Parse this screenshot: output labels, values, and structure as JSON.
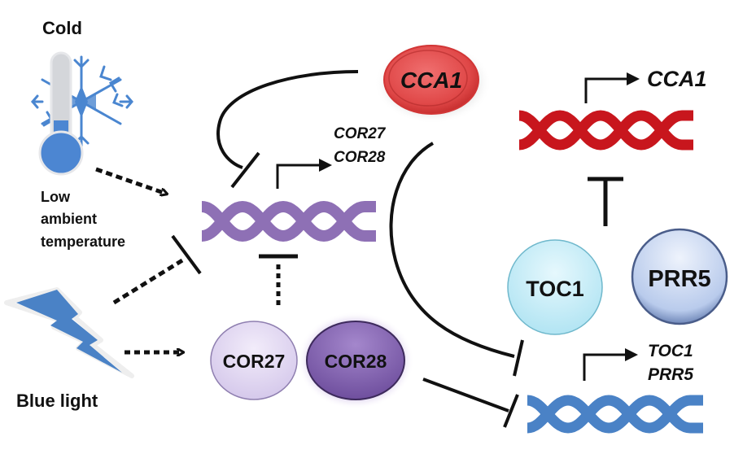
{
  "title": "Regulation of circadian clock genes by COR27/COR28 under cold and blue light",
  "inputs": {
    "cold": {
      "heading": "Cold",
      "caption_lines": [
        "Low",
        "ambient",
        "temperature"
      ],
      "icon": "thermometer-snowflake-icon"
    },
    "blue_light": {
      "caption": "Blue light",
      "icon": "lightning-bolt-icon"
    }
  },
  "proteins": {
    "cca1": {
      "label": "CCA1",
      "color": "#e0413f"
    },
    "cor27": {
      "label": "COR27",
      "color": "#ddd2f0"
    },
    "cor28": {
      "label": "COR28",
      "color": "#8a6ab8"
    },
    "toc1": {
      "label": "TOC1",
      "color": "#c8eef8"
    },
    "prr5": {
      "label": "PRR5",
      "color": "#c6d6f2"
    }
  },
  "genes": {
    "cor": {
      "labels": [
        "COR27",
        "COR28"
      ],
      "dna_color": "#8e70b5"
    },
    "cca1": {
      "labels": [
        "CCA1"
      ],
      "dna_color": "#c8161d"
    },
    "toc1_prr5": {
      "labels": [
        "TOC1",
        "PRR5"
      ],
      "dna_color": "#4a82c6"
    }
  },
  "interactions": [
    {
      "from": "Cold",
      "to": "COR27/COR28 gene",
      "type": "activation",
      "style": "dotted"
    },
    {
      "from": "Blue light",
      "to": "COR27/COR28 gene",
      "type": "inhibition",
      "style": "dotted"
    },
    {
      "from": "Blue light",
      "to": "COR27/COR28 proteins",
      "type": "activation",
      "style": "dotted"
    },
    {
      "from": "COR27/COR28 proteins",
      "to": "COR27/COR28 gene",
      "type": "inhibition",
      "style": "dotted"
    },
    {
      "from": "CCA1",
      "to": "COR27/COR28 gene",
      "type": "inhibition",
      "style": "solid"
    },
    {
      "from": "CCA1",
      "to": "TOC1/PRR5 gene",
      "type": "inhibition",
      "style": "solid"
    },
    {
      "from": "COR28",
      "to": "TOC1/PRR5 gene",
      "type": "inhibition",
      "style": "solid"
    },
    {
      "from": "TOC1/PRR5",
      "to": "CCA1 gene",
      "type": "inhibition",
      "style": "solid"
    }
  ]
}
